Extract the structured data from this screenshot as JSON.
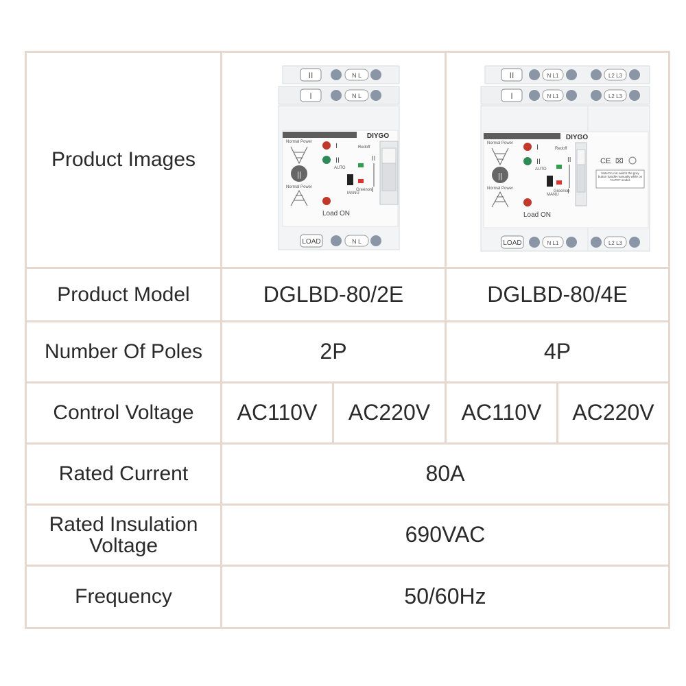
{
  "table": {
    "rows": {
      "images": {
        "label": "Product Images"
      },
      "model": {
        "label": "Product Model",
        "values": [
          "DGLBD-80/2E",
          "DGLBD-80/4E"
        ]
      },
      "poles": {
        "label": "Number Of Poles",
        "values": [
          "2P",
          "4P"
        ]
      },
      "control": {
        "label": "Control Voltage",
        "values": [
          "AC110V",
          "AC220V",
          "AC110V",
          "AC220V"
        ]
      },
      "current": {
        "label": "Rated Current",
        "value": "80A"
      },
      "insulation": {
        "label": "Rated Insulation Voltage",
        "value": "690VAC"
      },
      "frequency": {
        "label": "Frequency",
        "value": "50/60Hz"
      }
    }
  },
  "device": {
    "brand": "DIYGO",
    "top_terminal_left": "N L",
    "top_terminal_left_4p": "N L1",
    "top_terminal_right_4p": "L2 L3",
    "source_1": "I",
    "source_2": "II",
    "normal_power": "Normal Power",
    "redoff": "Redoff",
    "green_on": "Greenon",
    "auto": "AUTO",
    "manu": "MANU",
    "load_on": "Load ON",
    "load": "LOAD",
    "ce_mark": "CE",
    "note": "Note:Do not switch the grey button handle manually while on \"AUTO\" model."
  },
  "colors": {
    "border": "#e6d8cf",
    "device_body": "#f3f4f5"
  }
}
